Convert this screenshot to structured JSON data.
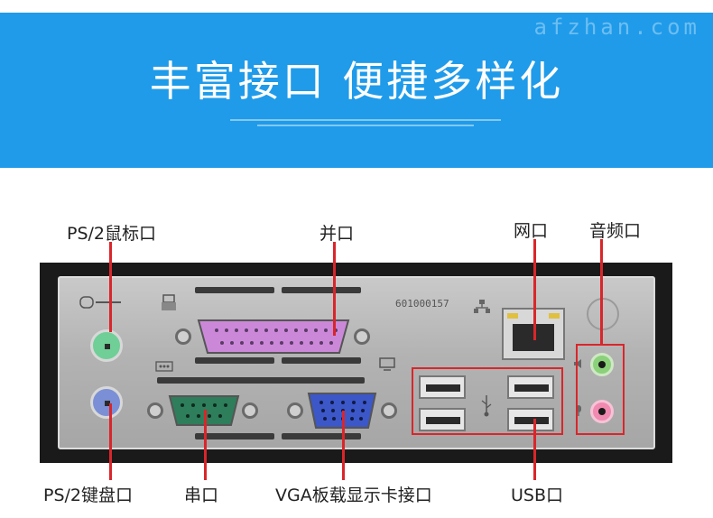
{
  "header": {
    "watermark": "afzhan.com",
    "title": "丰富接口 便捷多样化"
  },
  "labels": {
    "ps2_mouse": "PS/2鼠标口",
    "parallel": "并口",
    "network": "网口",
    "audio": "音频口",
    "ps2_keyboard": "PS/2键盘口",
    "serial": "串口",
    "vga": "VGA板载显示卡接口",
    "usb": "USB口"
  },
  "panel": {
    "serial_number": "601000157"
  },
  "colors": {
    "banner": "#1f9bea",
    "callout": "#d9262b",
    "ps2_mouse_port": "#6fcf97",
    "ps2_keyboard_port": "#7b8fd6",
    "parallel_port": "#cc88d8",
    "serial_port": "#2e7d5b",
    "vga_port": "#3c57c8",
    "audio_green": "#8bd17a",
    "audio_pink": "#f08ab0"
  },
  "icons": [
    "mouse-icon",
    "keyboard-icon",
    "printer-icon",
    "serial-icon",
    "monitor-icon",
    "network-icon",
    "usb-icon",
    "audio-out-icon",
    "mic-icon"
  ]
}
